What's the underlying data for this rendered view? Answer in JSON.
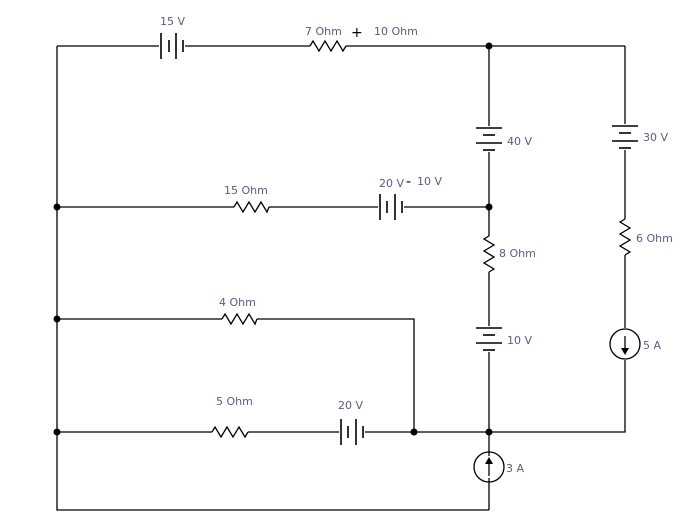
{
  "labels": {
    "bat_top": "15 V",
    "res_top_a": "7 Ohm",
    "plus_sign": "+",
    "res_top_b": "10 Ohm",
    "bat_40": "40 V",
    "bat_30": "30 V",
    "res_15": "15 Ohm",
    "bat_mid_a": "20 V",
    "minus_sign": "-",
    "bat_mid_b": "10 V",
    "res_8": "8 Ohm",
    "res_6": "6 Ohm",
    "res_4": "4 Ohm",
    "bat_10": "10 V",
    "cs_5": "5 A",
    "res_5": "5 Ohm",
    "bat_bottom": "20 V",
    "cs_3": "3 A"
  }
}
